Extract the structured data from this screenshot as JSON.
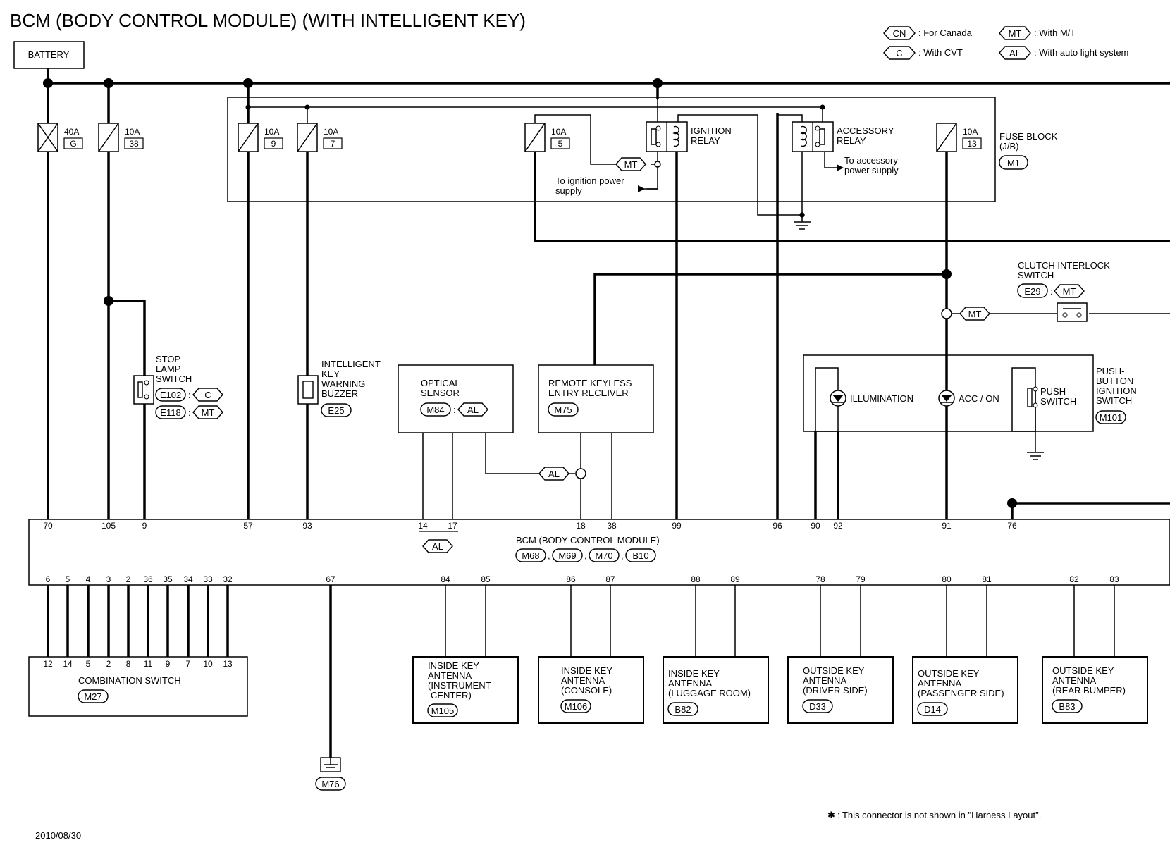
{
  "title": "BCM (BODY CONTROL MODULE) (WITH INTELLIGENT KEY)",
  "battery": "BATTERY",
  "legend": [
    {
      "code": "CN",
      "text": ": For Canada"
    },
    {
      "code": "C",
      "text": ": With CVT"
    },
    {
      "code": "MT",
      "text": ": With M/T"
    },
    {
      "code": "AL",
      "text": ": With auto light system"
    }
  ],
  "fuses": [
    {
      "amp": "40A",
      "no": "G"
    },
    {
      "amp": "10A",
      "no": "38"
    },
    {
      "amp": "10A",
      "no": "9"
    },
    {
      "amp": "10A",
      "no": "7"
    },
    {
      "amp": "10A",
      "no": "5"
    },
    {
      "amp": "10A",
      "no": "13"
    }
  ],
  "fuse_block": {
    "l1": "FUSE BLOCK",
    "l2": "(J/B)",
    "conn": "M1"
  },
  "ignition_relay": {
    "l1": "IGNITION",
    "l2": "RELAY",
    "tag": "MT",
    "note1": "To ignition power",
    "note2": "supply"
  },
  "accessory_relay": {
    "l1": "ACCESSORY",
    "l2": "RELAY",
    "note1": "To accessory",
    "note2": "power supply"
  },
  "clutch": {
    "l1": "CLUTCH INTERLOCK",
    "l2": "SWITCH",
    "conn": "E29",
    "tag": "MT",
    "wire_tag": "MT"
  },
  "stop_lamp": {
    "l1": "STOP",
    "l2": "LAMP",
    "l3": "SWITCH",
    "c1": "E102",
    "t1": "C",
    "c2": "E118",
    "t2": "MT"
  },
  "buzzer": {
    "l1": "INTELLIGENT",
    "l2": "KEY",
    "l3": "WARNING",
    "l4": "BUZZER",
    "conn": "E25"
  },
  "optical": {
    "l1": "OPTICAL",
    "l2": "SENSOR",
    "conn": "M84",
    "tag": "AL"
  },
  "remote": {
    "l1": "REMOTE KEYLESS",
    "l2": "ENTRY RECEIVER",
    "conn": "M75",
    "wire_tag": "AL"
  },
  "push_switch": {
    "title_l1": "PUSH-",
    "title_l2": "BUTTON",
    "title_l3": "IGNITION",
    "title_l4": "SWITCH",
    "conn": "M101",
    "illum": "ILLUMINATION",
    "acc": "ACC / ON",
    "push_l1": "PUSH",
    "push_l2": "SWITCH"
  },
  "bcm": {
    "label": "BCM (BODY CONTROL MODULE)",
    "conns": [
      "M68",
      "M69",
      "M70",
      "B10"
    ],
    "al_tag": "AL"
  },
  "top_pins": [
    "70",
    "105",
    "9",
    "57",
    "93",
    "14",
    "17",
    "18",
    "38",
    "99",
    "96",
    "90",
    "92",
    "91",
    "76"
  ],
  "bottom_pins": [
    "6",
    "5",
    "4",
    "3",
    "2",
    "36",
    "35",
    "34",
    "33",
    "32",
    "67",
    "84",
    "85",
    "86",
    "87",
    "88",
    "89",
    "78",
    "79",
    "80",
    "81",
    "82",
    "83"
  ],
  "combination_switch": {
    "label": "COMBINATION SWITCH",
    "conn": "M27",
    "pins": [
      "12",
      "14",
      "5",
      "2",
      "8",
      "11",
      "9",
      "7",
      "10",
      "13"
    ]
  },
  "ground": {
    "conn": "M76"
  },
  "antennas": [
    {
      "lines": [
        "INSIDE KEY",
        "ANTENNA",
        "(INSTRUMENT",
        "CENTER)"
      ],
      "conn": "M105"
    },
    {
      "lines": [
        "INSIDE KEY",
        "ANTENNA",
        "(CONSOLE)"
      ],
      "conn": "M106"
    },
    {
      "lines": [
        "INSIDE KEY",
        "ANTENNA",
        "(LUGGAGE ROOM)"
      ],
      "conn": "B82"
    },
    {
      "lines": [
        "OUTSIDE KEY",
        "ANTENNA",
        "(DRIVER SIDE)"
      ],
      "conn": "D33"
    },
    {
      "lines": [
        "OUTSIDE KEY",
        "ANTENNA",
        "(PASSENGER SIDE)"
      ],
      "conn": "D14"
    },
    {
      "lines": [
        "OUTSIDE KEY",
        "ANTENNA",
        "(REAR BUMPER)"
      ],
      "conn": "B83"
    }
  ],
  "footnote": ": This connector is not shown in \"Harness Layout\".",
  "date": "2010/08/30"
}
